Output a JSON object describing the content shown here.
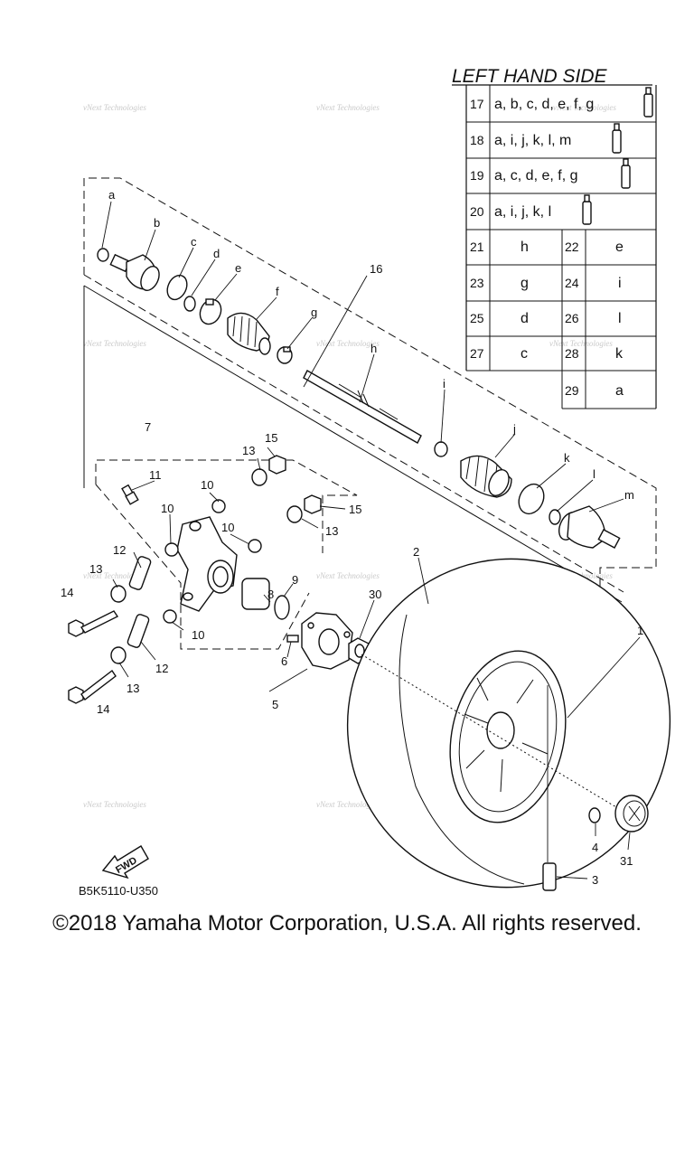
{
  "table": {
    "title": "LEFT HAND SIDE",
    "rows": [
      {
        "no": "17",
        "text": "a, b, c, d, e, f, g"
      },
      {
        "no": "18",
        "text": "a, i, j, k, l, m"
      },
      {
        "no": "19",
        "text": "a, c, d, e, f, g"
      },
      {
        "no": "20",
        "text": "a, i, j, k, l"
      }
    ],
    "pairs": [
      {
        "l_no": "21",
        "l_val": "h",
        "r_no": "22",
        "r_val": "e"
      },
      {
        "l_no": "23",
        "l_val": "g",
        "r_no": "24",
        "r_val": "i"
      },
      {
        "l_no": "25",
        "l_val": "d",
        "r_no": "26",
        "r_val": "l"
      },
      {
        "l_no": "27",
        "l_val": "c",
        "r_no": "28",
        "r_val": "k"
      }
    ],
    "last": {
      "no": "29",
      "val": "a"
    }
  },
  "callouts": {
    "a": "a",
    "b": "b",
    "c": "c",
    "d": "d",
    "e": "e",
    "f": "f",
    "g": "g",
    "h": "h",
    "i": "i",
    "j": "j",
    "k": "k",
    "l": "l",
    "m": "m",
    "n1": "1",
    "n2": "2",
    "n3": "3",
    "n4": "4",
    "n5": "5",
    "n6": "6",
    "n7": "7",
    "n8": "8",
    "n9": "9",
    "n10": "10",
    "n11": "11",
    "n12": "12",
    "n13": "13",
    "n14": "14",
    "n15": "15",
    "n16": "16",
    "n30": "30",
    "n31": "31"
  },
  "watermark": "vNext Technologies",
  "fwd_label": "FWD",
  "diagram_code": "B5K5110-U350",
  "copyright": "©2018 Yamaha Motor Corporation, U.S.A. All rights reserved."
}
